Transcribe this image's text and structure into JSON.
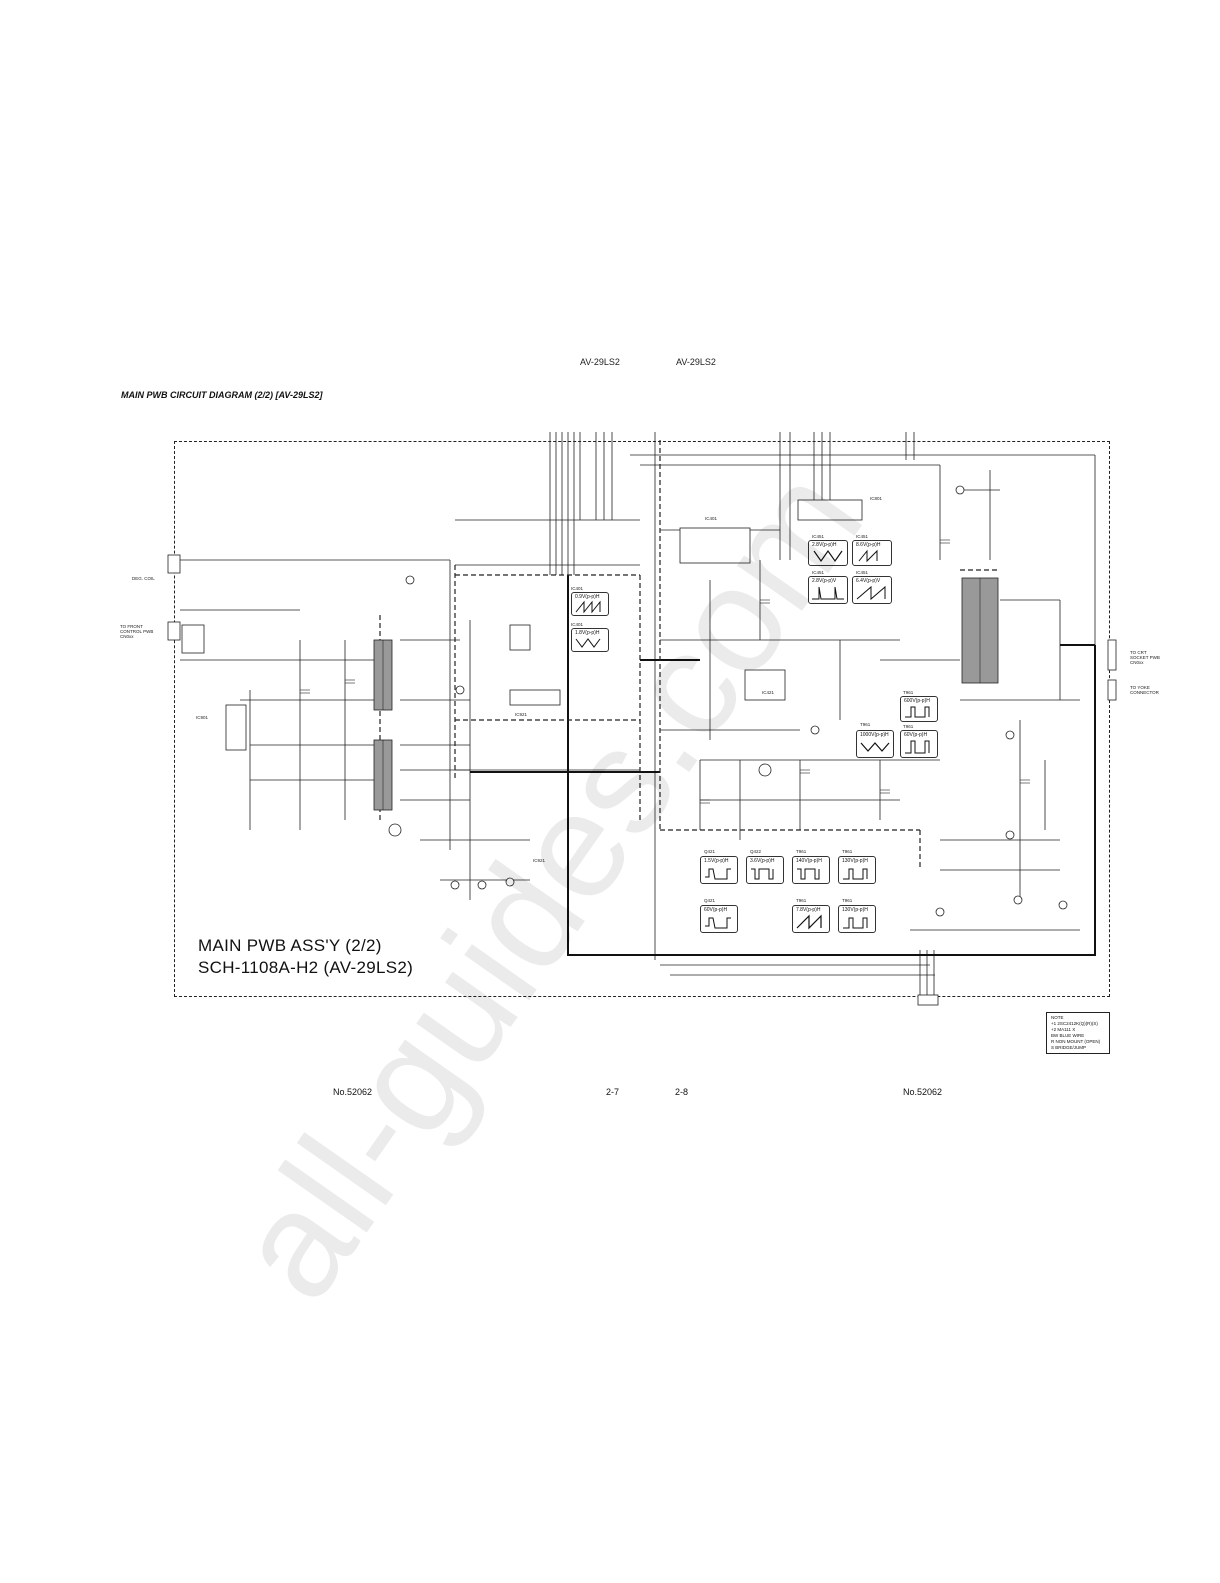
{
  "header": {
    "model_left": "AV-29LS2",
    "model_right": "AV-29LS2",
    "diagram_title": "MAIN PWB CIRCUIT DIAGRAM (2/2) [AV-29LS2]"
  },
  "board": {
    "name_line1": "MAIN PWB ASS'Y (2/2)",
    "name_line2": "SCH-1108A-H2 (AV-29LS2)"
  },
  "connectors": {
    "crt_socket": "TO CRT SOCKET PWB CN0xx",
    "front_control": "TO FRONT CONTROL PWB CN0xx",
    "degauss": "DEG. COIL",
    "to_yoke": "TO YOKE CONNECTOR"
  },
  "ic_labels": [
    "IC401",
    "IC421",
    "IC451",
    "IC801",
    "IC901",
    "IC921",
    "T961",
    "Q421",
    "Q422"
  ],
  "waveforms": [
    {
      "id": "IC401-1",
      "value": "0.9V(p-p)H"
    },
    {
      "id": "IC401-2",
      "value": "1.8V(p-p)H"
    },
    {
      "id": "IC451-3",
      "value": "2.8V(p-p)H"
    },
    {
      "id": "IC451-4",
      "value": "8.6V(p-p)H"
    },
    {
      "id": "IC451-5",
      "value": "2.8V(p-p)V"
    },
    {
      "id": "IC451-6",
      "value": "6.4V(p-p)V"
    },
    {
      "id": "T961-7",
      "value": "600V(p-p)H"
    },
    {
      "id": "T961-8",
      "value": "1000V(p-p)H"
    },
    {
      "id": "T961-9",
      "value": "60V(p-p)H"
    },
    {
      "id": "Q421-10",
      "value": "1.5V(p-p)H"
    },
    {
      "id": "Q422-11",
      "value": "3.6V(p-p)H"
    },
    {
      "id": "T961-12",
      "value": "140V(p-p)H"
    },
    {
      "id": "T961-13",
      "value": "130V(p-p)H"
    },
    {
      "id": "Q421-14",
      "value": "60V(p-p)H"
    },
    {
      "id": "T961-15",
      "value": "7.8V(p-p)H"
    },
    {
      "id": "T961-16",
      "value": "130V(p-p)H"
    }
  ],
  "note": {
    "title": "NOTE",
    "lines": [
      "+1  2SC2412K(Q)(R)(S)",
      "+2  MA111 X",
      "BW  BLUE WIRE",
      "R   NON MOUNT (OPEN)",
      "S   BRIDGE/JUMP"
    ]
  },
  "footer": {
    "doc_left": "No.52062",
    "page_left": "2-7",
    "page_right": "2-8",
    "doc_right": "No.52062"
  },
  "watermark": "all-guides.com"
}
